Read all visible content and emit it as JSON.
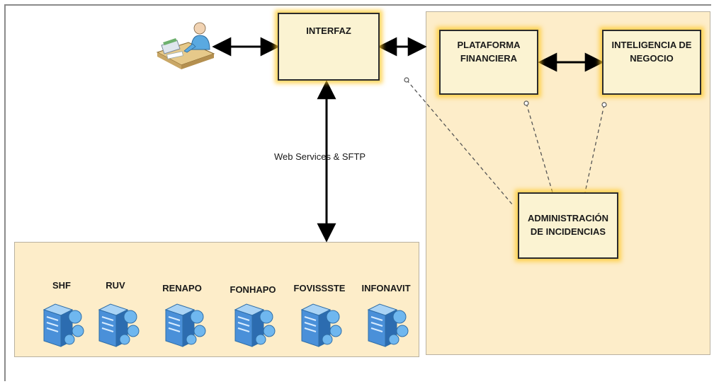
{
  "diagram": {
    "nodes": {
      "interfaz": "INTERFAZ",
      "plataforma": "PLATAFORMA FINANCIERA",
      "inteligencia": "INTELIGENCIA DE NEGOCIO",
      "administracion": "ADMINISTRACIÓN DE INCIDENCIAS"
    },
    "connection_label": "Web Services & SFTP",
    "servers": [
      "SHF",
      "RUV",
      "RENAPO",
      "FONHAPO",
      "FOVISSSTE",
      "INFONAVIT"
    ],
    "icons": {
      "user": "user-at-desk-icon",
      "server": "server-tower-icon"
    },
    "colors": {
      "region_fill": "#fdedc9",
      "box_fill": "#fbf3d2",
      "glow": "#ffc828",
      "server_blue": "#4a90d9"
    }
  }
}
